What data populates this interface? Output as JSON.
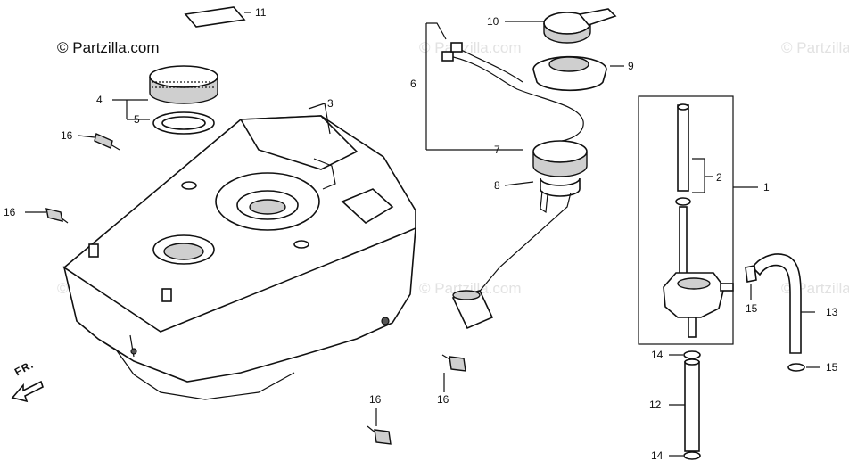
{
  "copyright": "© Partzilla.com",
  "watermark": "© Partzilla.com",
  "direction_label": "FR.",
  "callouts": {
    "c1": "1",
    "c2": "2",
    "c3": "3",
    "c4": "4",
    "c5": "5",
    "c6": "6",
    "c7": "7",
    "c8": "8",
    "c9": "9",
    "c10": "10",
    "c11": "11",
    "c12": "12",
    "c13": "13",
    "c14a": "14",
    "c14b": "14",
    "c15a": "15",
    "c15b": "15",
    "c16a": "16",
    "c16b": "16",
    "c16c": "16",
    "c16d": "16"
  }
}
